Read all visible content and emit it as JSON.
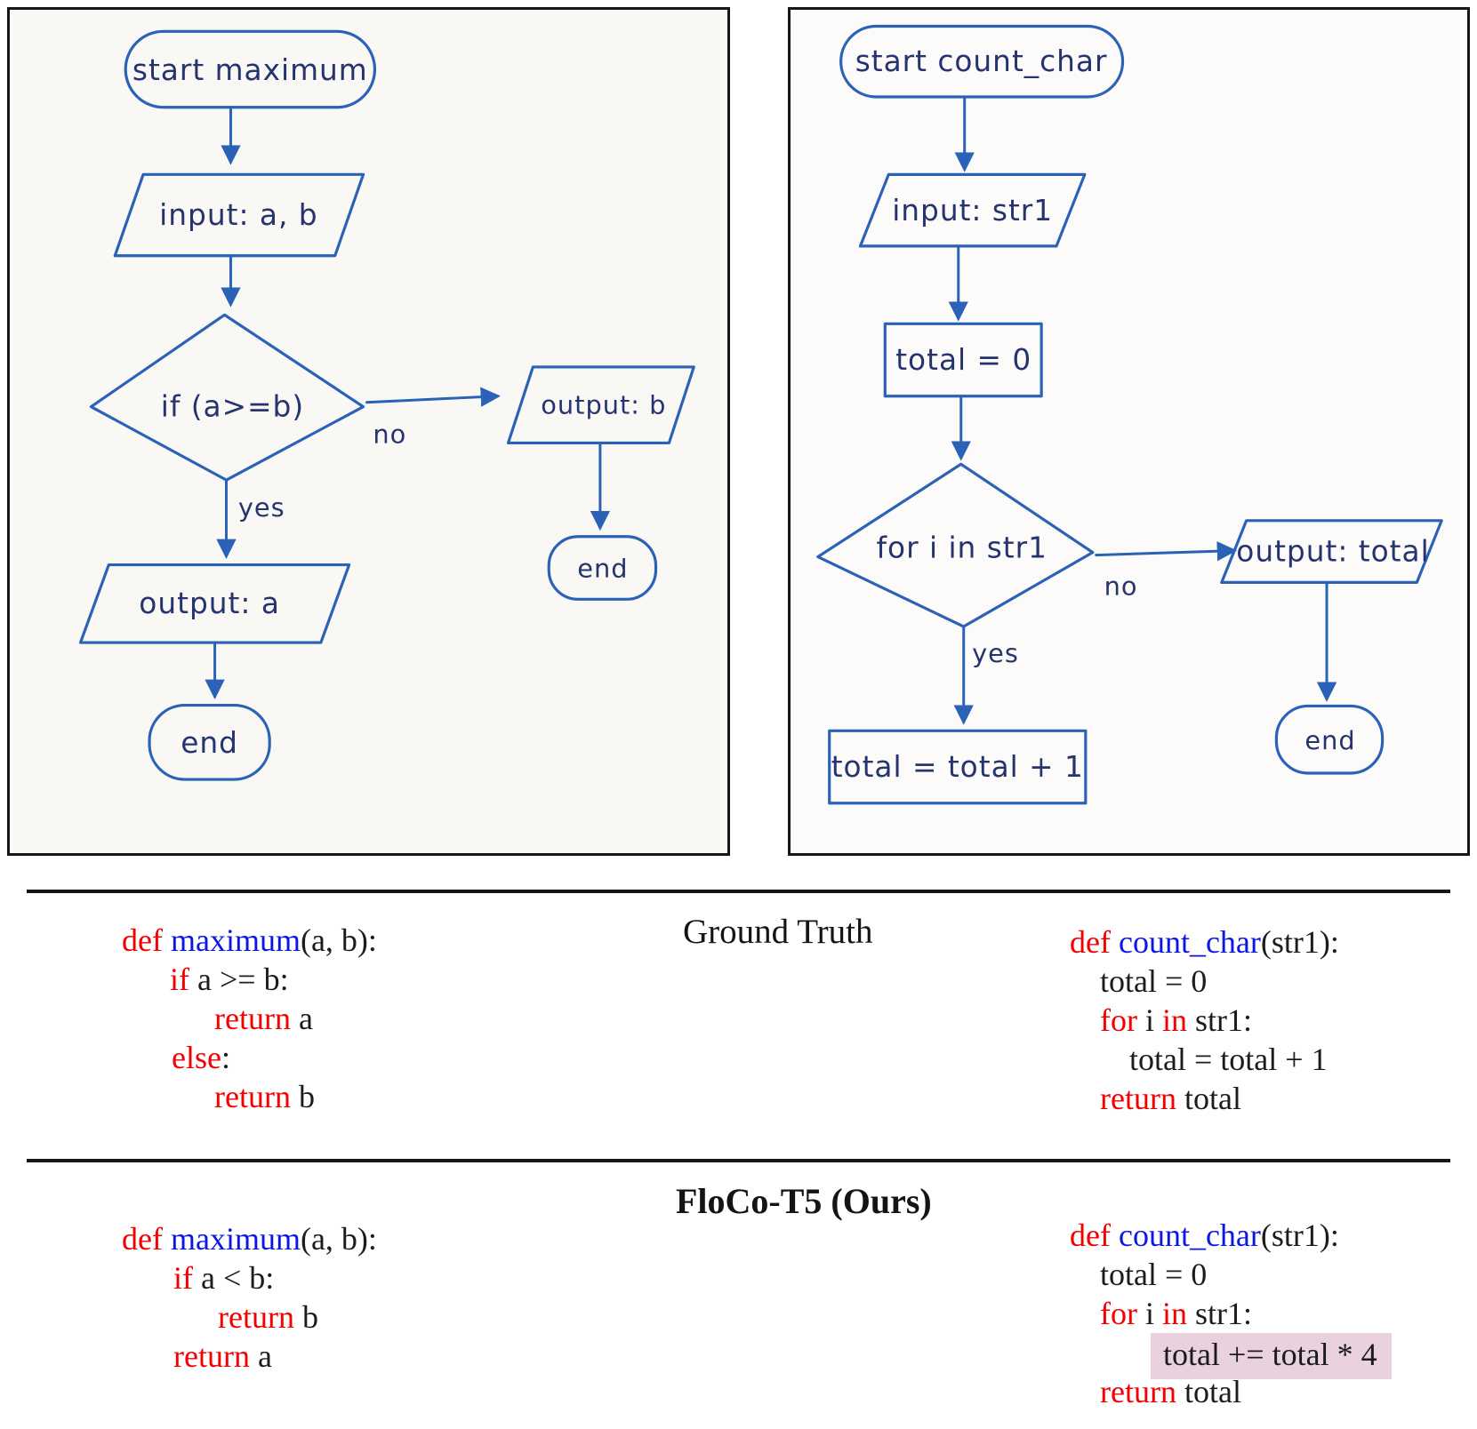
{
  "colors": {
    "flow_ink": "#2a62b8",
    "flow_text": "#25336e",
    "keyword_red": "#f40000",
    "function_blue": "#0b16e8",
    "code_black": "#1c1c1c",
    "highlight_pink": "#e9d2dd"
  },
  "flowcharts": {
    "maximum": {
      "start": "start maximum",
      "input": "input: a, b",
      "decision": "if (a>=b)",
      "no_label": "no",
      "yes_label": "yes",
      "output_no": "output: b",
      "output_yes": "output: a",
      "end_no": "end",
      "end_yes": "end"
    },
    "count_char": {
      "start": "start count_char",
      "input": "input: str1",
      "init": "total = 0",
      "decision": "for i in str1",
      "no_label": "no",
      "yes_label": "yes",
      "loop_body": "total = total + 1",
      "output": "output: total",
      "end": "end"
    }
  },
  "sections": {
    "ground_truth": {
      "title": "Ground Truth",
      "left_code": {
        "lines": [
          {
            "indent": 0,
            "tokens": [
              [
                "kw",
                "def "
              ],
              [
                "fn",
                "maximum"
              ],
              [
                "pl",
                "(a, b):"
              ]
            ]
          },
          {
            "indent": 54,
            "tokens": [
              [
                "kw",
                "if "
              ],
              [
                "pl",
                "a >= b:"
              ]
            ]
          },
          {
            "indent": 104,
            "tokens": [
              [
                "kw",
                "return "
              ],
              [
                "pl",
                "a"
              ]
            ]
          },
          {
            "indent": 56,
            "tokens": [
              [
                "kw",
                "else"
              ],
              [
                "pl",
                ":"
              ]
            ]
          },
          {
            "indent": 104,
            "tokens": [
              [
                "kw",
                "return "
              ],
              [
                "pl",
                "b"
              ]
            ]
          }
        ]
      },
      "right_code": {
        "lines": [
          {
            "indent": 0,
            "tokens": [
              [
                "kw",
                "def "
              ],
              [
                "fn",
                "count_char"
              ],
              [
                "pl",
                "(str1):"
              ]
            ]
          },
          {
            "indent": 34,
            "tokens": [
              [
                "pl",
                "total = 0"
              ]
            ]
          },
          {
            "indent": 34,
            "tokens": [
              [
                "kw",
                "for "
              ],
              [
                "pl",
                "i "
              ],
              [
                "kw",
                "in "
              ],
              [
                "pl",
                "str1:"
              ]
            ]
          },
          {
            "indent": 67,
            "tokens": [
              [
                "pl",
                "total = total + 1"
              ]
            ]
          },
          {
            "indent": 34,
            "tokens": [
              [
                "kw",
                "return "
              ],
              [
                "pl",
                "total"
              ]
            ]
          }
        ]
      }
    },
    "floco": {
      "title": "FloCo-T5 (Ours)",
      "left_code": {
        "lines": [
          {
            "indent": 0,
            "tokens": [
              [
                "kw",
                "def "
              ],
              [
                "fn",
                "maximum"
              ],
              [
                "pl",
                "(a, b):"
              ]
            ]
          },
          {
            "indent": 58,
            "tokens": [
              [
                "kw",
                "if "
              ],
              [
                "pl",
                "a < b:"
              ]
            ]
          },
          {
            "indent": 108,
            "tokens": [
              [
                "kw",
                "return "
              ],
              [
                "pl",
                "b"
              ]
            ]
          },
          {
            "indent": 58,
            "tokens": [
              [
                "kw",
                "return "
              ],
              [
                "pl",
                "a"
              ]
            ]
          }
        ]
      },
      "right_code": {
        "lines": [
          {
            "indent": 0,
            "tokens": [
              [
                "kw",
                "def "
              ],
              [
                "fn",
                "count_char"
              ],
              [
                "pl",
                "(str1):"
              ]
            ]
          },
          {
            "indent": 34,
            "tokens": [
              [
                "pl",
                "total = 0"
              ]
            ]
          },
          {
            "indent": 34,
            "tokens": [
              [
                "kw",
                "for "
              ],
              [
                "pl",
                "i "
              ],
              [
                "kw",
                "in "
              ],
              [
                "pl",
                "str1:"
              ]
            ]
          },
          {
            "indent": 77,
            "highlight": true,
            "tokens": [
              [
                "pl",
                "total += total * 4"
              ]
            ]
          },
          {
            "indent": 34,
            "tokens": [
              [
                "kw",
                "return "
              ],
              [
                "pl",
                "total"
              ]
            ]
          }
        ]
      }
    }
  }
}
